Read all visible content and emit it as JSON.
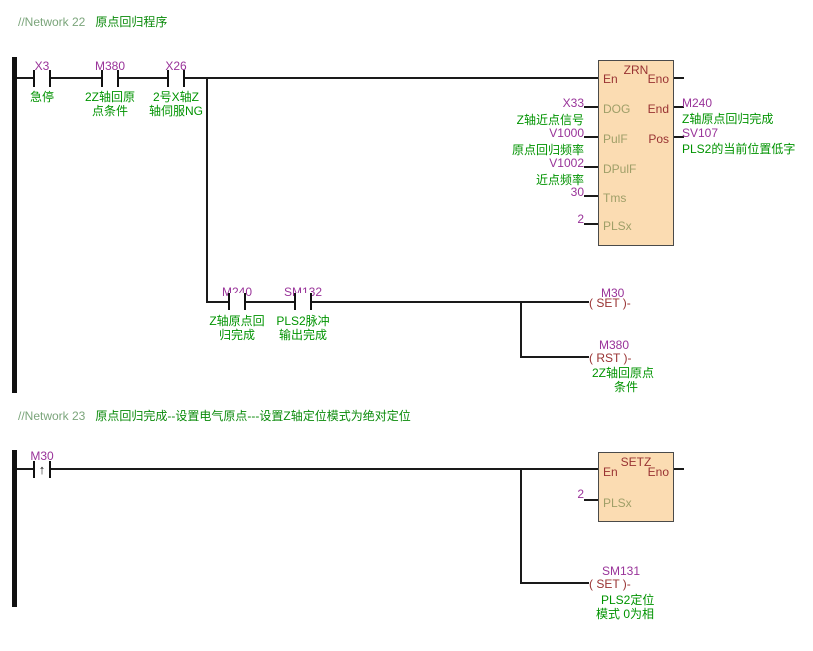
{
  "colors": {
    "wire": "#1a1a1a",
    "operand": "#993399",
    "device_comment": "#009300",
    "network_comment_prefix": "#7ba57b",
    "network_comment_body": "#0a8a0a",
    "block_fill": "#fbdcb2",
    "block_border": "#4a4a4a",
    "block_keyword": "#993333",
    "pin_label": "#9f9f68"
  },
  "n22": {
    "comment_prefix": "//Network 22",
    "comment_text": "原点回归程序",
    "contacts": [
      {
        "label": "X3",
        "c1": "急停",
        "c2": ""
      },
      {
        "label": "M380",
        "c1": "2Z轴回原",
        "c2": "点条件"
      },
      {
        "label": "X26",
        "c1": "2号X轴Z",
        "c2": "轴伺服NG"
      }
    ],
    "block": {
      "title": "ZRN",
      "en": "En",
      "eno": "Eno",
      "pins_left": [
        "DOG",
        "PulF",
        "DPulF",
        "Tms",
        "PLSx"
      ],
      "pins_right": [
        "End",
        "Pos"
      ],
      "inputs": [
        {
          "v": "X33",
          "c": "Z轴近点信号"
        },
        {
          "v": "V1000",
          "c": "原点回归频率"
        },
        {
          "v": "V1002",
          "c": "近点频率"
        },
        {
          "v": "30",
          "c": ""
        },
        {
          "v": "2",
          "c": ""
        }
      ],
      "outputs": [
        {
          "v": "M240",
          "c": "Z轴原点回归完成"
        },
        {
          "v": "SV107",
          "c": "PLS2的当前位置低字"
        }
      ]
    },
    "branch": [
      {
        "label": "M240",
        "c1": "Z轴原点回",
        "c2": "归完成"
      },
      {
        "label": "SM132",
        "c1": "PLS2脉冲",
        "c2": "输出完成"
      }
    ],
    "coils": [
      {
        "label": "M30",
        "op": "( SET )-"
      },
      {
        "label": "M380",
        "op": "( RST )-",
        "c1": "2Z轴回原点",
        "c2": "条件"
      }
    ]
  },
  "n23": {
    "comment_prefix": "//Network 23",
    "comment_text": "原点回归完成--设置电气原点---设置Z轴定位模式为绝对定位",
    "contact": {
      "label": "M30",
      "edge": "↑"
    },
    "block": {
      "title": "SETZ",
      "en": "En",
      "eno": "Eno",
      "pin": "PLSx",
      "value": "2"
    },
    "coil": {
      "label": "SM131",
      "op": "( SET )-",
      "c1": "PLS2定位",
      "c2": "模式 0为相"
    }
  }
}
